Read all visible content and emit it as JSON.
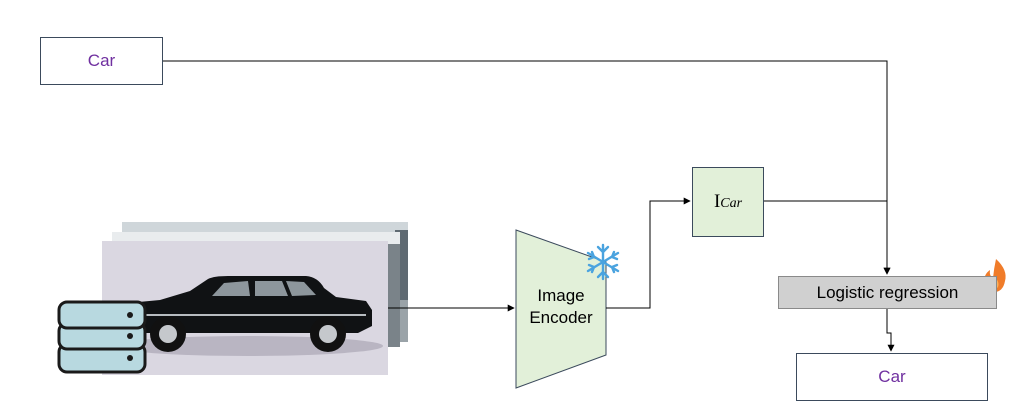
{
  "input_label": "Car",
  "encoder": {
    "line1": "Image",
    "line2": "Encoder",
    "state_icon": "snowflake-icon"
  },
  "feature": {
    "symbol": "I",
    "subscript": "Car"
  },
  "classifier": {
    "label": "Logistic regression",
    "state_icon": "flame-icon"
  },
  "output_label": "Car",
  "dataset_icon": "database-icon",
  "colors": {
    "label_text": "#7030a0",
    "encoder_fill": "#e2f0d9",
    "feature_fill": "#e2f0d9",
    "classifier_fill": "#d0d0d0",
    "snowflake": "#4aa3df",
    "flame": "#f07c2a",
    "database_fill": "#b8d9e0"
  }
}
